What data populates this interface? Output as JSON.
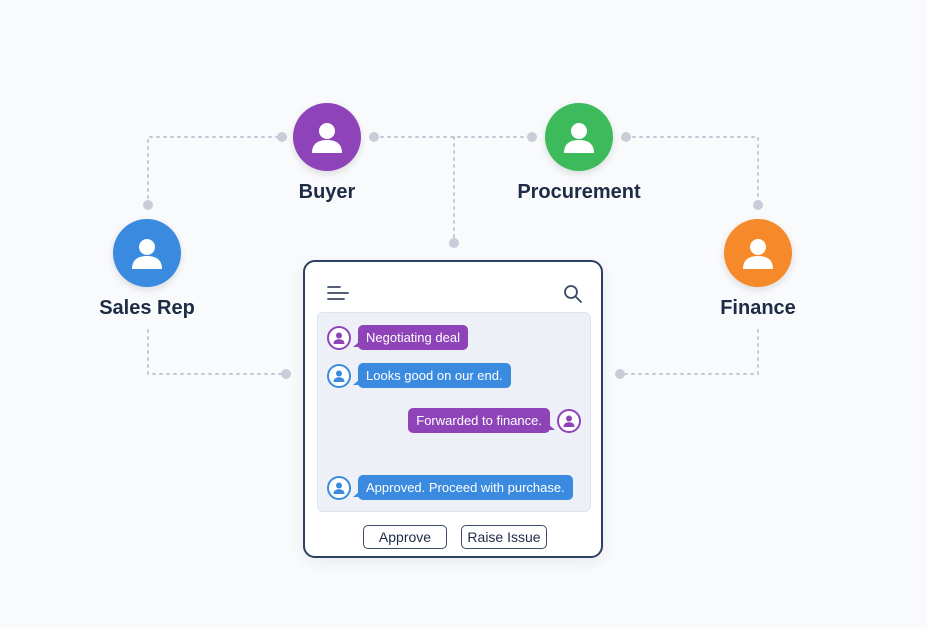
{
  "personas": {
    "buyer": {
      "label": "Buyer",
      "color": "#8e44b8"
    },
    "procurement": {
      "label": "Procurement",
      "color": "#3dbb5c"
    },
    "sales_rep": {
      "label": "Sales Rep",
      "color": "#3a8be0"
    },
    "finance": {
      "label": "Finance",
      "color": "#f68a2a"
    }
  },
  "chat": {
    "messages": [
      {
        "text": "Negotiating deal",
        "color": "purple",
        "align": "left"
      },
      {
        "text": "Looks good on our end.",
        "color": "blue",
        "align": "left"
      },
      {
        "text": "Forwarded to finance.",
        "color": "purple",
        "align": "right"
      },
      {
        "text": "Approved. Proceed with purchase.",
        "color": "blue",
        "align": "left"
      }
    ],
    "actions": {
      "approve_label": "Approve",
      "raise_issue_label": "Raise Issue"
    }
  }
}
